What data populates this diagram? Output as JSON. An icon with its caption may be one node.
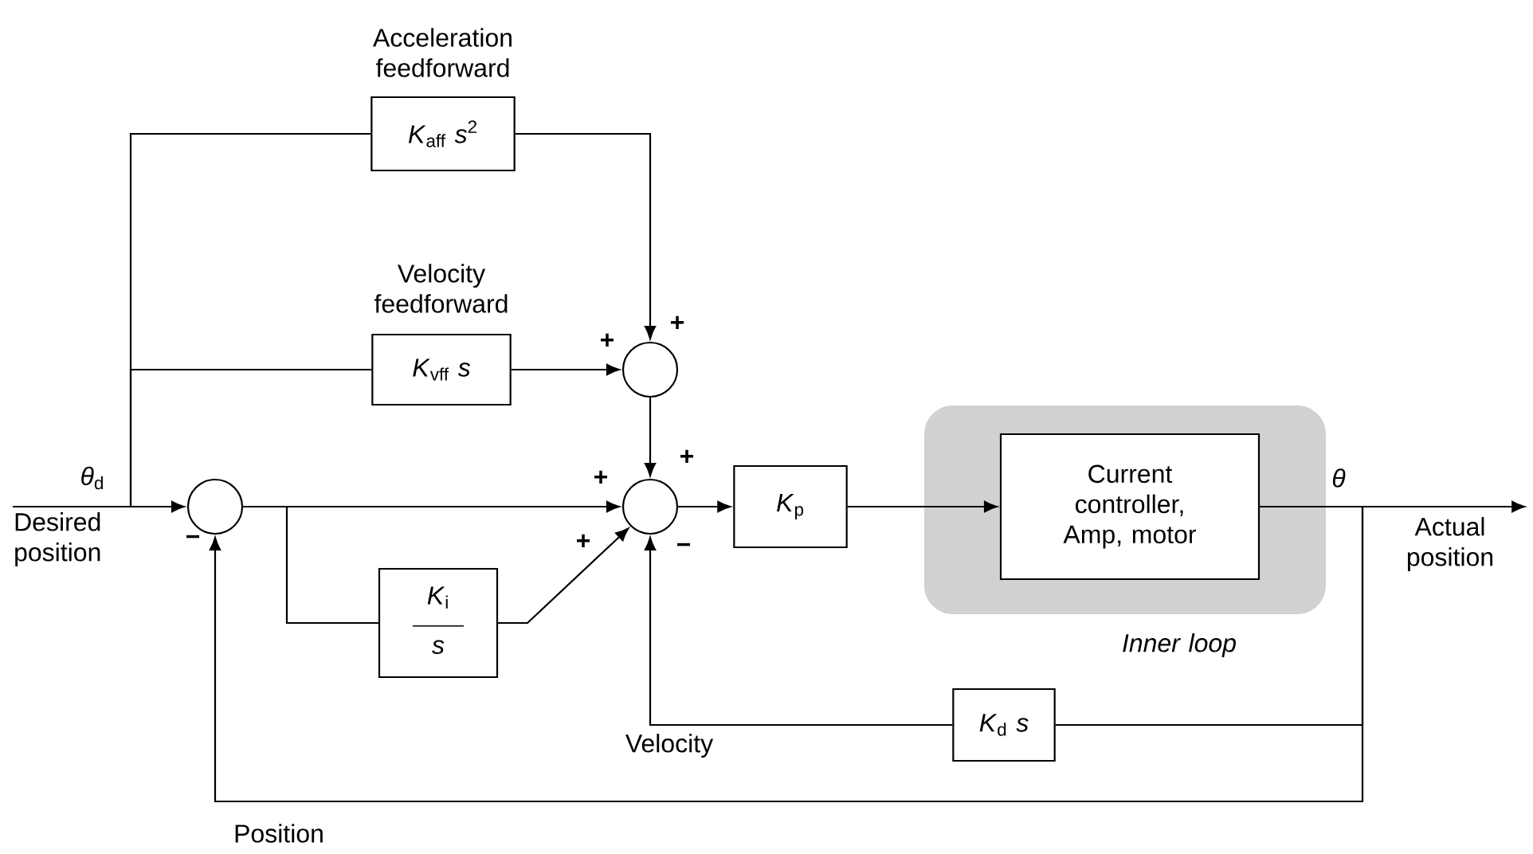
{
  "diagram": {
    "nodes": [
      {
        "text": [
          "*K*$_{aff}$ *s*$^{2}$"
        ],
        "beside": [
          "Acceleration feedforward"
        ]
      },
      {
        "text": [
          "*K*$_{vff}$ *s*"
        ],
        "beside": [
          "Velocity feedforward"
        ]
      },
      {
        "text": [],
        "shape": "circle"
      },
      {
        "text": [],
        "shape": "circle"
      },
      {
        "text": [],
        "shape": "circle"
      },
      {
        "text": [
          "*K*$_{i}$",
          "*s*"
        ]
      },
      {
        "text": [
          "*K*$_{p}$"
        ]
      },
      {
        "text": [],
        "shape": "box",
        "beside": [
          "Inner loop"
        ]
      },
      {
        "text": [
          "Current controller, Amp, motor"
        ],
        "in": 7
      },
      {
        "text": [
          "*K*$_{d}$ *s*"
        ]
      },
      {
        "text": [
          "Desired position"
        ]
      },
      {
        "text": [
          "Actual position"
        ]
      }
    ],
    "edges": [
      {
        "from": 10,
        "to": 3,
        "arrow": "to"
      },
      {
        "from": 10,
        "to": 0,
        "arrow": "none"
      },
      {
        "from": 10,
        "to": 1,
        "arrow": "none"
      },
      {
        "from": 0,
        "to": 2,
        "arrow": "to"
      },
      {
        "from": 1,
        "to": 2,
        "arrow": "to"
      },
      {
        "from": 2,
        "to": 4,
        "arrow": "to"
      },
      {
        "from": 3,
        "to": 4,
        "arrow": "to"
      },
      {
        "from": 3,
        "to": 5,
        "arrow": "none"
      },
      {
        "from": 5,
        "to": 4,
        "arrow": "to"
      },
      {
        "from": 4,
        "to": 6,
        "arrow": "to"
      },
      {
        "from": 6,
        "to": 8,
        "arrow": "to"
      },
      {
        "from": 8,
        "to": 11,
        "arrow": "to"
      },
      {
        "from": 8,
        "to": 9,
        "arrow": "none"
      },
      {
        "from": 9,
        "to": 4,
        "arrow": "to",
        "label": "Velocity"
      },
      {
        "from": 8,
        "to": 3,
        "arrow": "to",
        "label": "Position"
      }
    ],
    "labels": [
      "+",
      "+",
      "*θ*$_{d}$",
      "+",
      "+",
      "*θ*",
      "−",
      "+",
      "−"
    ]
  }
}
